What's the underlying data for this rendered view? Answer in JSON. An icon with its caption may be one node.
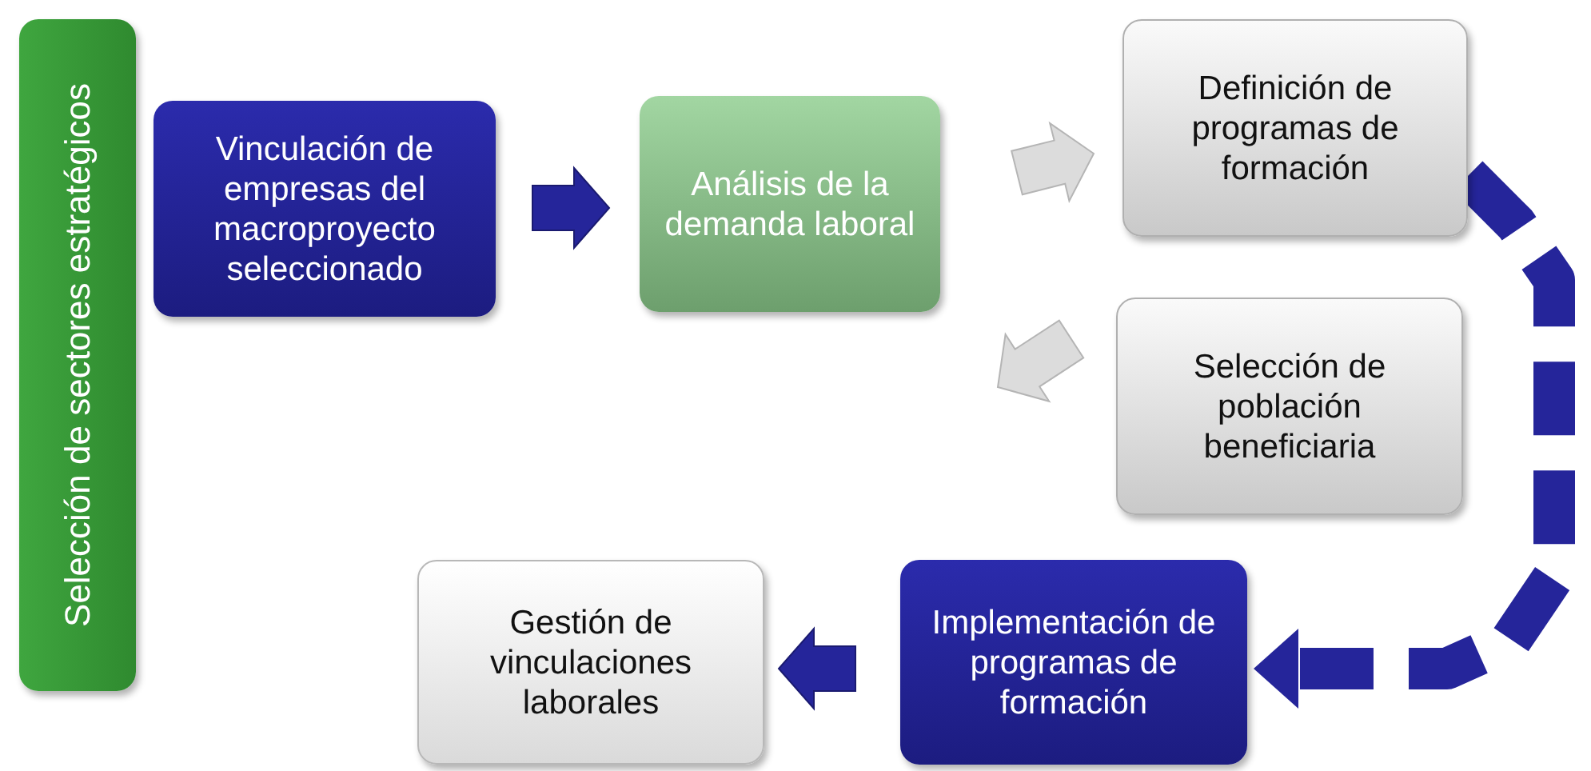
{
  "diagram": {
    "nodes": [
      {
        "text": [
          "Selección de sectores estratégicos"
        ]
      },
      {
        "text": [
          "Vinculación de empresas del macroproyecto seleccionado"
        ]
      },
      {
        "text": [
          "Análisis de la demanda laboral"
        ]
      },
      {
        "text": [
          "Definición de programas de formación"
        ]
      },
      {
        "text": [
          "Selección de población beneficiaria"
        ]
      },
      {
        "text": [
          "Implementación de programas de formación"
        ]
      },
      {
        "text": [
          "Gestión de vinculaciones laborales"
        ]
      }
    ],
    "edges": [
      {
        "from": 1,
        "to": 2,
        "arrow": "to"
      },
      {
        "from": 2,
        "to": 3,
        "arrow": "to",
        "color": "#dcdcdc"
      },
      {
        "from": 4,
        "to": 2,
        "arrow": "to",
        "color": "#dcdcdc"
      },
      {
        "from": 3,
        "to": 5,
        "arrow": "to"
      },
      {
        "from": 5,
        "to": 6,
        "arrow": "to"
      }
    ]
  }
}
